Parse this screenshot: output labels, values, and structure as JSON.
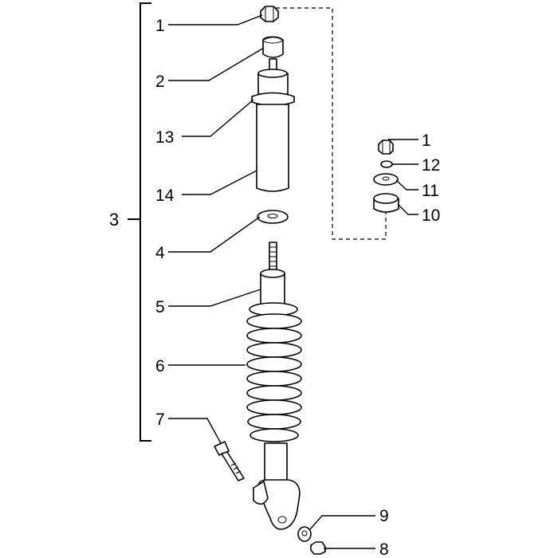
{
  "callouts": {
    "n1_top": "1",
    "n2": "2",
    "n13": "13",
    "n14": "14",
    "n3": "3",
    "n4": "4",
    "n5": "5",
    "n6": "6",
    "n7": "7",
    "n1_right": "1",
    "n12": "12",
    "n11": "11",
    "n10": "10",
    "n9": "9",
    "n8": "8"
  },
  "icons": {
    "nut": "hex-nut-icon",
    "washer": "washer-icon",
    "bushing": "rubber-bushing-icon",
    "bolt": "bolt-icon",
    "spring": "coil-spring-icon",
    "shock_body": "shock-absorber-icon"
  },
  "colors": {
    "line": "#000000",
    "background": "#ffffff"
  }
}
